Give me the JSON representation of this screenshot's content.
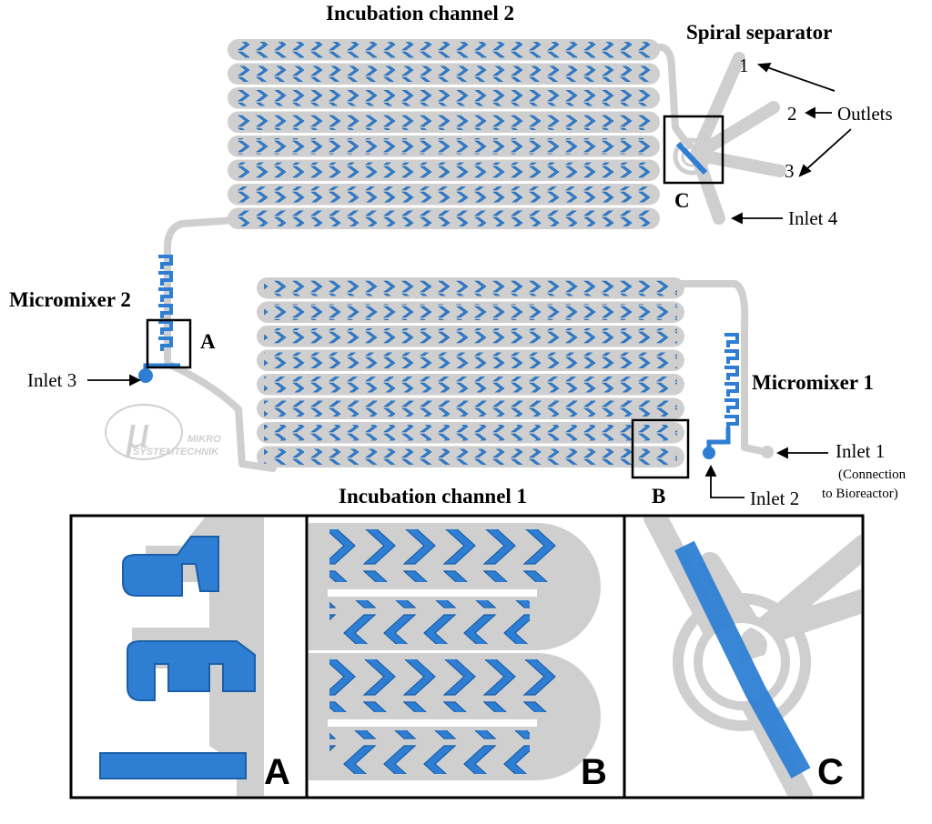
{
  "labels": {
    "incubation_channel_2": "Incubation channel 2",
    "incubation_channel_1": "Incubation channel 1",
    "spiral_separator": "Spiral separator",
    "micromixer_1": "Micromixer 1",
    "micromixer_2": "Micromixer 2",
    "outlets": "Outlets",
    "outlet_1": "1",
    "outlet_2": "2",
    "outlet_3": "3",
    "inlet_1": "Inlet 1",
    "inlet_1_note_line1": "(Connection",
    "inlet_1_note_line2": "to Bioreactor)",
    "inlet_2": "Inlet 2",
    "inlet_3": "Inlet 3",
    "inlet_4": "Inlet 4",
    "box_a": "A",
    "box_b": "B",
    "box_c": "C"
  },
  "logo": {
    "symbol": "μ",
    "line1": "MIKRO",
    "line2": "SYSTEMTECHNIK"
  },
  "panels": [
    {
      "letter": "A"
    },
    {
      "letter": "B"
    },
    {
      "letter": "C"
    }
  ],
  "colors": {
    "channel": "#cfcfcf",
    "fluid": "#2e7fd4",
    "fluid_dark": "#1a5ea8",
    "frame": "#000000"
  }
}
